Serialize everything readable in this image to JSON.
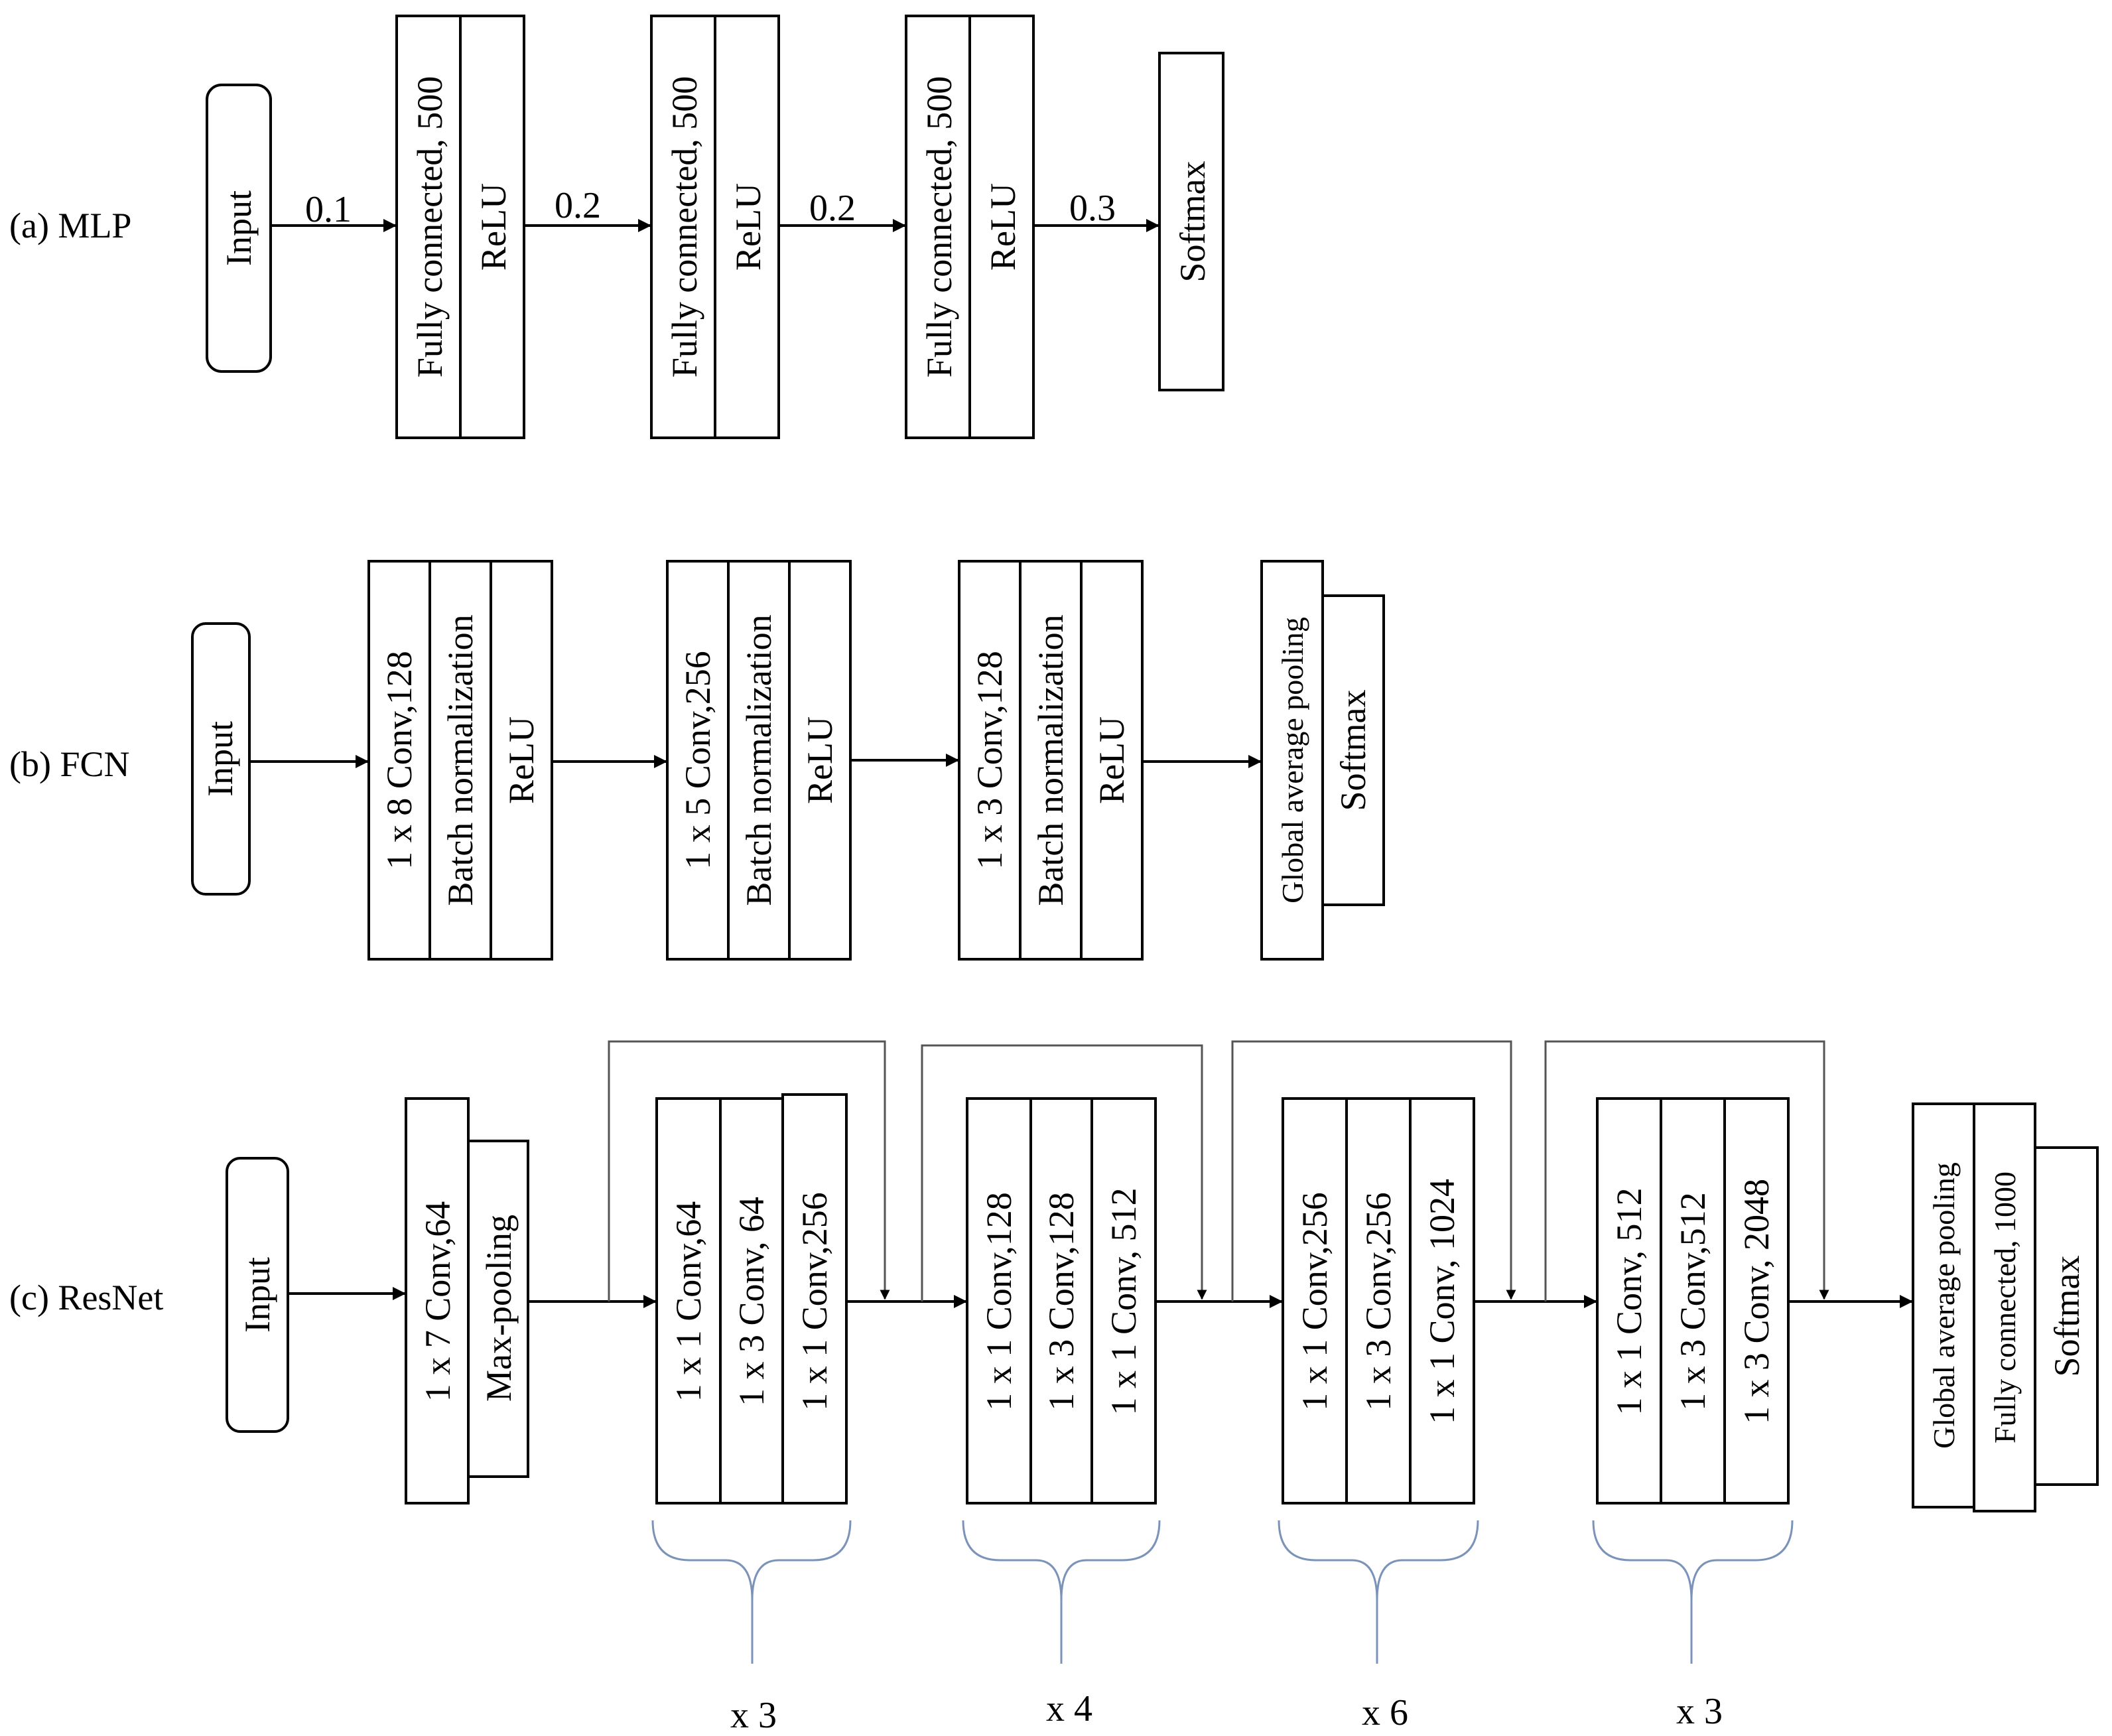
{
  "rows": {
    "mlp": {
      "label": "(a) MLP",
      "input": "Input",
      "blocks": [
        {
          "fc": "Fully connected, 500",
          "act": "ReLU"
        },
        {
          "fc": "Fully connected, 500",
          "act": "ReLU"
        },
        {
          "fc": "Fully connected, 500",
          "act": "ReLU"
        }
      ],
      "output": "Softmax",
      "dropout": [
        "0.1",
        "0.2",
        "0.2",
        "0.3"
      ]
    },
    "fcn": {
      "label": "(b) FCN",
      "input": "Input",
      "blocks": [
        {
          "conv": "1 x 8 Conv,128",
          "bn": "Batch normalization",
          "act": "ReLU"
        },
        {
          "conv": "1 x 5 Conv,256",
          "bn": "Batch normalization",
          "act": "ReLU"
        },
        {
          "conv": "1 x 3 Conv,128",
          "bn": "Batch normalization",
          "act": "ReLU"
        }
      ],
      "pool": "Global average pooling",
      "output": "Softmax"
    },
    "resnet": {
      "label": "(c) ResNet",
      "input": "Input",
      "stem": {
        "conv": "1 x 7 Conv,64",
        "pool": "Max-pooling"
      },
      "stages": [
        {
          "layers": [
            "1 x 1 Conv,64",
            "1 x 3 Conv, 64",
            "1 x 1 Conv,256"
          ],
          "repeat": "x 3"
        },
        {
          "layers": [
            "1 x 1 Conv,128",
            "1 x 3 Conv,128",
            "1 x 1 Conv, 512"
          ],
          "repeat": "x 4"
        },
        {
          "layers": [
            "1 x 1 Conv,256",
            "1 x 3 Conv,256",
            "1 x 1 Conv, 1024"
          ],
          "repeat": "x 6"
        },
        {
          "layers": [
            "1 x 1 Conv, 512",
            "1 x 3 Conv,512",
            "1 x 3 Conv, 2048"
          ],
          "repeat": "x 3"
        }
      ],
      "head": {
        "pool": "Global average pooling",
        "fc": "Fully connected, 1000",
        "output": "Softmax"
      }
    }
  }
}
